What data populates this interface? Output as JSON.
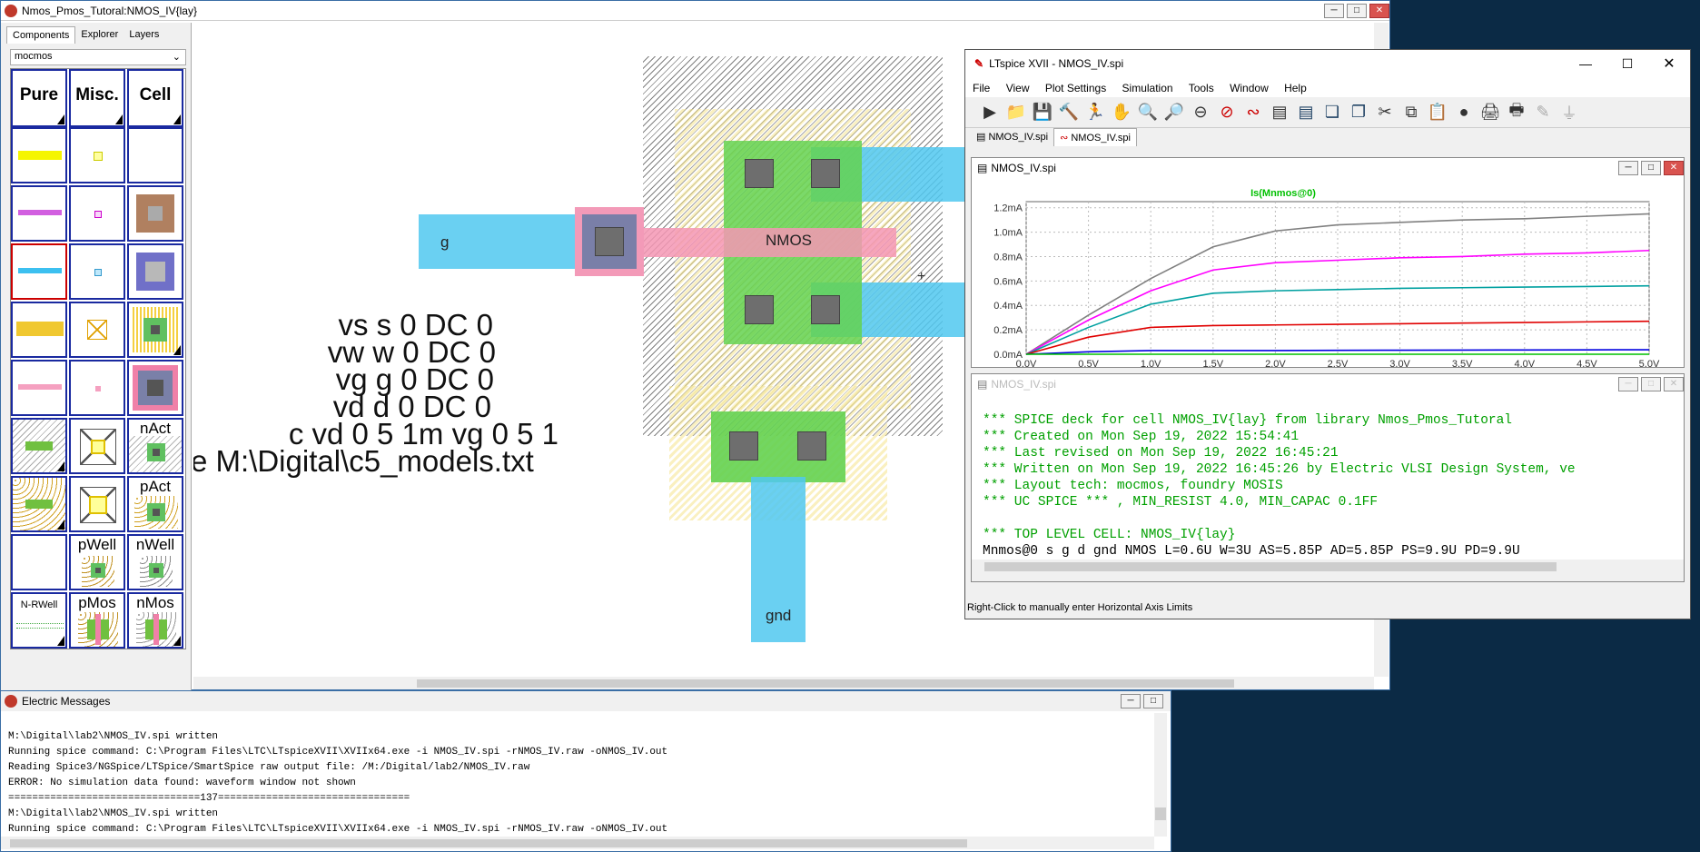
{
  "electric_window": {
    "title": "Nmos_Pmos_Tutoral:NMOS_IV{lay}",
    "tabs": [
      "Components",
      "Explorer",
      "Layers"
    ],
    "technology": "mocmos",
    "palette_headers": [
      "Pure",
      "Misc.",
      "Cell"
    ],
    "palette_labels": {
      "nact": "nAct",
      "pact": "pAct",
      "pwell": "pWell",
      "nwell": "nWell",
      "nrwell": "N-RWell",
      "pmos": "pMos",
      "nmos": "nMos"
    },
    "canvas_text": [
      "vs s 0 DC 0",
      "vw w 0 DC 0",
      "vg g 0 DC 0",
      "vd d 0 DC 0",
      "c vd 0 5 1m vg 0 5 1",
      "e M:\\Digital\\c5_models.txt"
    ],
    "layout_labels": {
      "gate": "g",
      "device": "NMOS",
      "ground": "gnd"
    }
  },
  "ltspice_window": {
    "title": "LTspice XVII - NMOS_IV.spi",
    "menu": [
      "File",
      "View",
      "Plot Settings",
      "Simulation",
      "Tools",
      "Window",
      "Help"
    ],
    "doc_tabs": [
      "NMOS_IV.spi",
      "NMOS_IV.spi"
    ],
    "plot_title": "NMOS_IV.spi",
    "netlist_title": "NMOS_IV.spi",
    "netlist_lines": [
      "*** SPICE deck for cell NMOS_IV{lay} from library Nmos_Pmos_Tutoral",
      "*** Created on Mon Sep 19, 2022 15:54:41",
      "*** Last revised on Mon Sep 19, 2022 16:45:21",
      "*** Written on Mon Sep 19, 2022 16:45:26 by Electric VLSI Design System, ve",
      "*** Layout tech: mocmos, foundry MOSIS",
      "*** UC SPICE *** , MIN_RESIST 4.0, MIN_CAPAC 0.1FF",
      "",
      "*** TOP LEVEL CELL: NMOS_IV{lay}",
      "Mnmos@0 s g d gnd NMOS L=0.6U W=3U AS=5.85P AD=5.85P PS=9.9U PD=9.9U"
    ],
    "status": "Right-Click to manually enter Horizontal Axis Limits"
  },
  "chart_data": {
    "type": "line",
    "title": "Is(Mnmos@0)",
    "title_color": "#00c000",
    "x": [
      0,
      0.5,
      1.0,
      1.5,
      2.0,
      2.5,
      3.0,
      3.5,
      4.0,
      4.5,
      5.0
    ],
    "xticks": [
      "0.0V",
      "0.5V",
      "1.0V",
      "1.5V",
      "2.0V",
      "2.5V",
      "3.0V",
      "3.5V",
      "4.0V",
      "4.5V",
      "5.0V"
    ],
    "yticks": [
      "0.0mA",
      "0.2mA",
      "0.4mA",
      "0.6mA",
      "0.8mA",
      "1.0mA",
      "1.2mA"
    ],
    "xlim": [
      0,
      5
    ],
    "ylim": [
      0,
      1.25
    ],
    "series": [
      {
        "color": "#808080",
        "values": [
          0,
          0.32,
          0.62,
          0.88,
          1.01,
          1.06,
          1.08,
          1.1,
          1.11,
          1.13,
          1.15
        ]
      },
      {
        "color": "#ff00ff",
        "values": [
          0,
          0.28,
          0.52,
          0.69,
          0.75,
          0.77,
          0.79,
          0.8,
          0.82,
          0.83,
          0.85
        ]
      },
      {
        "color": "#00a0a0",
        "values": [
          0,
          0.22,
          0.41,
          0.5,
          0.52,
          0.53,
          0.54,
          0.545,
          0.55,
          0.555,
          0.56
        ]
      },
      {
        "color": "#e00000",
        "values": [
          0,
          0.14,
          0.22,
          0.235,
          0.24,
          0.245,
          0.25,
          0.255,
          0.26,
          0.265,
          0.27
        ]
      },
      {
        "color": "#0000e0",
        "values": [
          0,
          0.02,
          0.03,
          0.03,
          0.03,
          0.032,
          0.033,
          0.034,
          0.035,
          0.036,
          0.037
        ]
      },
      {
        "color": "#00c000",
        "values": [
          0,
          0,
          0,
          0,
          0,
          0,
          0,
          0,
          0,
          0,
          0
        ]
      }
    ]
  },
  "messages_window": {
    "title": "Electric Messages",
    "lines": [
      "M:\\Digital\\lab2\\NMOS_IV.spi written",
      "Running spice command: C:\\Program Files\\LTC\\LTspiceXVII\\XVIIx64.exe -i NMOS_IV.spi -rNMOS_IV.raw -oNMOS_IV.out",
      "Reading Spice3/NGSpice/LTSpice/SmartSpice raw output file: /M:/Digital/lab2/NMOS_IV.raw",
      "ERROR: No simulation data found: waveform window not shown",
      "================================137================================",
      "M:\\Digital\\lab2\\NMOS_IV.spi written",
      "Running spice command: C:\\Program Files\\LTC\\LTspiceXVII\\XVIIx64.exe -i NMOS_IV.spi -rNMOS_IV.raw -oNMOS_IV.out"
    ]
  }
}
